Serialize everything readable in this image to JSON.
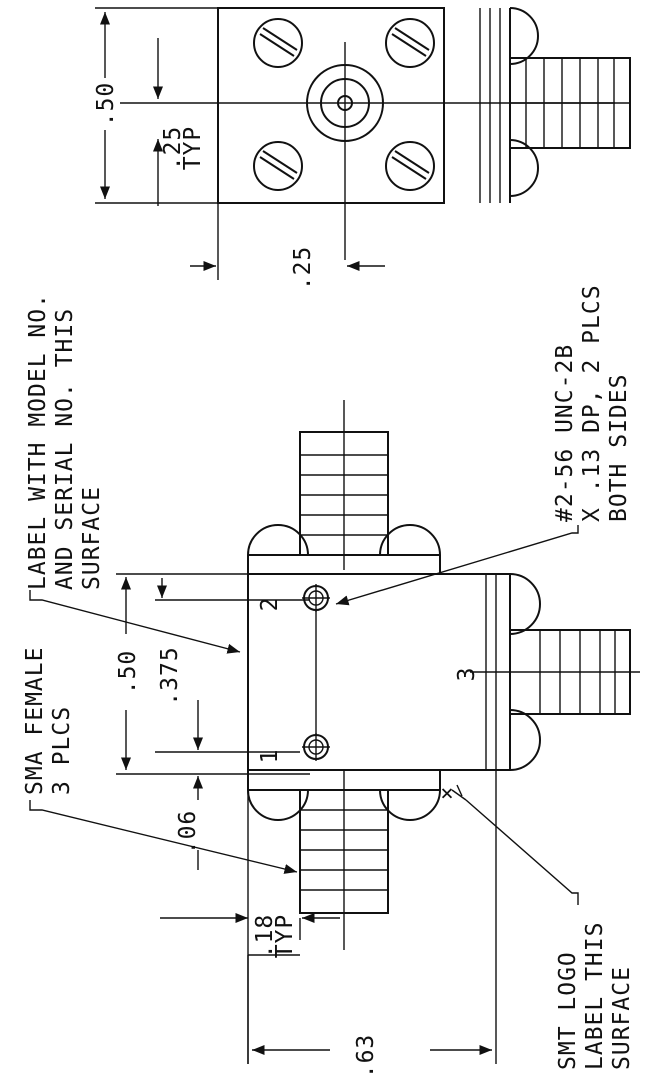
{
  "notes": {
    "label_model": [
      "LABEL WITH MODEL NO.",
      "AND SERIAL NO. THIS",
      "SURFACE"
    ],
    "thread": [
      "#2-56 UNC-2B",
      "X .13 DP, 2 PLCS",
      "BOTH SIDES"
    ],
    "sma": [
      "SMA FEMALE",
      "3 PLCS"
    ],
    "logo": [
      "SMT LOGO",
      "LABEL THIS",
      "SURFACE"
    ]
  },
  "dimensions": {
    "end_width": ".50",
    "center_typ": [
      ".25",
      "TYP"
    ],
    "center_bottom": ".25",
    "hole_spacing": ".50",
    "hole_offset": ".375",
    "edge_offset": ".06",
    "body_depth": ".63",
    "conn_offset": [
      ".18",
      "TYP"
    ]
  },
  "ports": {
    "port1": "1",
    "port2": "2",
    "port3": "3"
  },
  "colors": {
    "ink": "#111111",
    "paper": "#ffffff"
  }
}
